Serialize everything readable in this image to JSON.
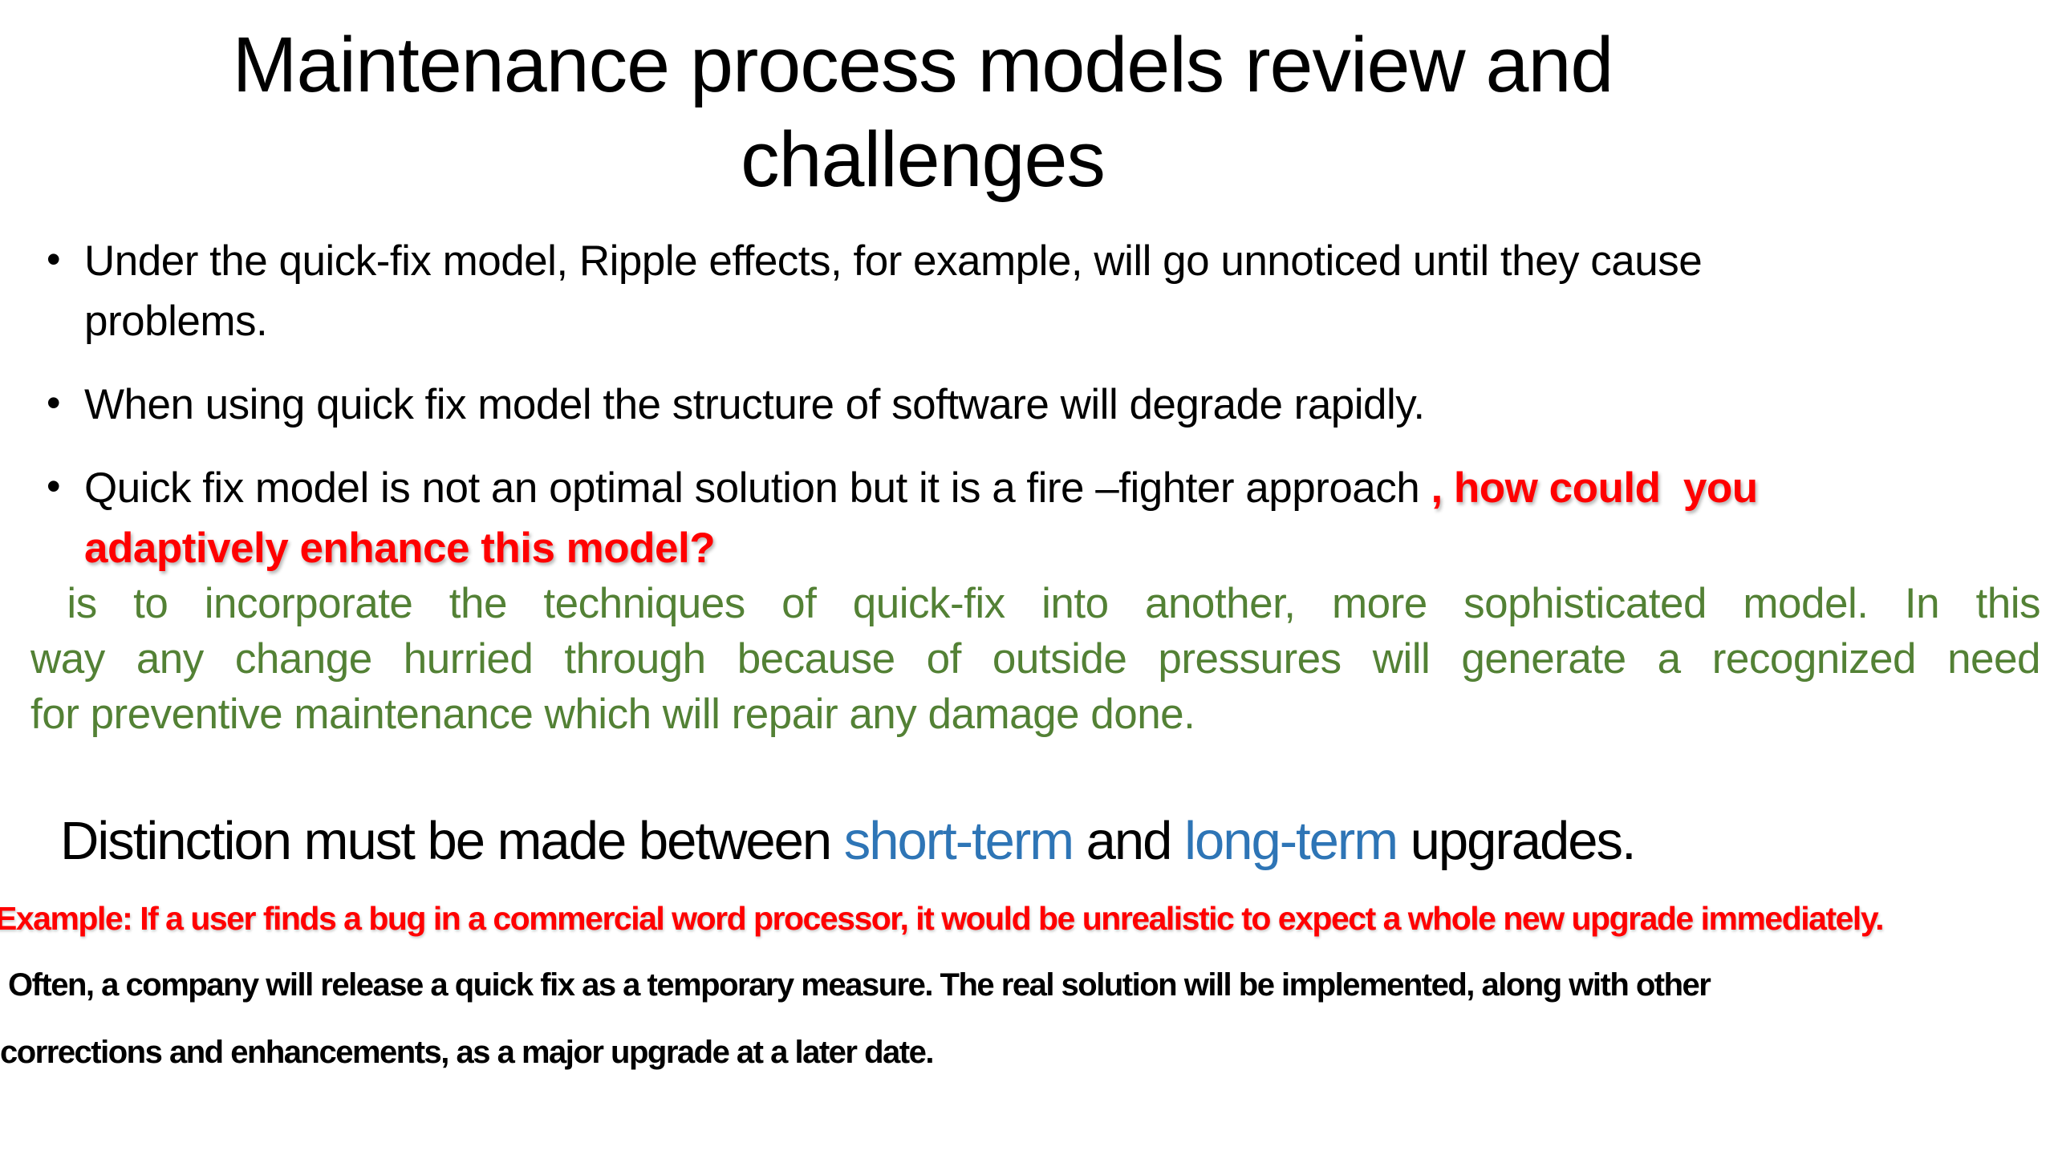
{
  "colors": {
    "background": "#FFFFFF",
    "text": "#000000",
    "red": "#FF0000",
    "green": "#538135",
    "blue": "#2E75B6"
  },
  "slide": {
    "title": {
      "line1": "Maintenance process models review and",
      "line2": "challenges"
    },
    "bullets": {
      "b1": {
        "line1": "Under the quick-fix model, Ripple effects, for example, will go unnoticed until they cause",
        "line2": "problems."
      },
      "b2": {
        "line1": "When using quick fix model the structure of software will degrade rapidly."
      },
      "b3": {
        "line1_black": "Quick fix model is not an optimal solution but it is a fire –fighter approach ",
        "line1_red": ", how could  you",
        "line2_red": "adaptively enhance this model?"
      }
    },
    "green_paragraph": {
      "line1": " is to incorporate the techniques of quick-fix into another, more sophisticated model. In this",
      "line2": "way any change hurried through because of outside pressures will generate a recognized need",
      "line3": "for preventive maintenance which will repair any damage done."
    },
    "distinction": {
      "part1": "Distinction must be made between ",
      "short_term": "short-term",
      "part2": " and ",
      "long_term": "long-term",
      "part3": " upgrades."
    },
    "example_line": "Example: If a user finds a bug in a commercial word processor, it would be unrealistic to expect a whole new upgrade immediately.",
    "footer": {
      "line1": "Often, a company will release a quick fix as a temporary measure. The real solution will be implemented, along with other",
      "line2": "corrections and enhancements, as a major upgrade at a later date."
    }
  }
}
